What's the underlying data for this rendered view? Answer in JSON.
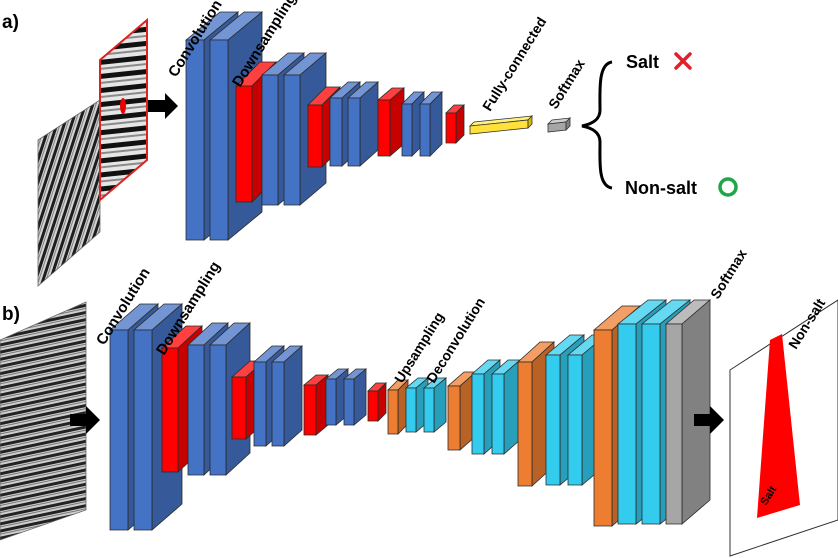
{
  "panel_a": {
    "tag": "a)",
    "labels": {
      "convolution": "Convolution",
      "downsampling": "Downsampling",
      "fully_connected": "Fully-connected",
      "softmax": "Softmax"
    },
    "outputs": {
      "salt": "Salt",
      "non_salt": "Non-salt",
      "salt_mark_icon": "cross-icon",
      "non_salt_mark_icon": "circle-icon"
    }
  },
  "panel_b": {
    "tag": "b)",
    "labels": {
      "convolution": "Convolution",
      "downsampling": "Downsampling",
      "upsampling": "Upsampling",
      "deconvolution": "Deconvolution",
      "softmax": "Softmax"
    },
    "mask": {
      "salt": "Salt",
      "non_salt": "Non-salt"
    }
  },
  "colors": {
    "conv_blue": "#4472C4",
    "pool_red": "#FF0000",
    "upsample_orange": "#ED7D31",
    "deconv_cyan": "#33CCEE",
    "fc_yellow": "#FFE13A",
    "softmax_gray": "#A6A6A6",
    "cross_red": "#E0202A",
    "circle_green": "#1FA64A"
  }
}
